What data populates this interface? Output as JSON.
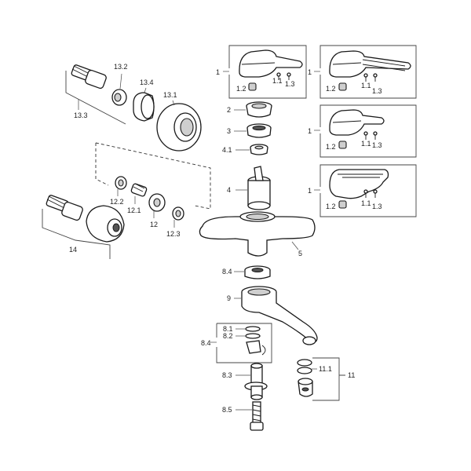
{
  "labels": {
    "l_1a": "1",
    "l_1_2a": "1.2",
    "l_1_1a": "1.1",
    "l_1_3a": "1.3",
    "l_1b": "1",
    "l_1_2b": "1.2",
    "l_1_1b": "1.1",
    "l_1_3b": "1.3",
    "l_1c": "1",
    "l_1_2c": "1.2",
    "l_1_1c": "1.1",
    "l_1_3c": "1.3",
    "l_1d": "1",
    "l_1_2d": "1.2",
    "l_1_1d": "1.1",
    "l_1_3d": "1.3",
    "l_2": "2",
    "l_3": "3",
    "l_4_1": "4.1",
    "l_4": "4",
    "l_5": "5",
    "l_13_2": "13.2",
    "l_13_4": "13.4",
    "l_13_1": "13.1",
    "l_13_3": "13.3",
    "l_12_2": "12.2",
    "l_12_1": "12.1",
    "l_12": "12",
    "l_12_3": "12.3",
    "l_14": "14",
    "l_8_4a": "8.4",
    "l_9": "9",
    "l_8_1": "8.1",
    "l_8_2": "8.2",
    "l_8_4b": "8.4",
    "l_8_3": "8.3",
    "l_8_5": "8.5",
    "l_11_1": "11.1",
    "l_11": "11"
  }
}
